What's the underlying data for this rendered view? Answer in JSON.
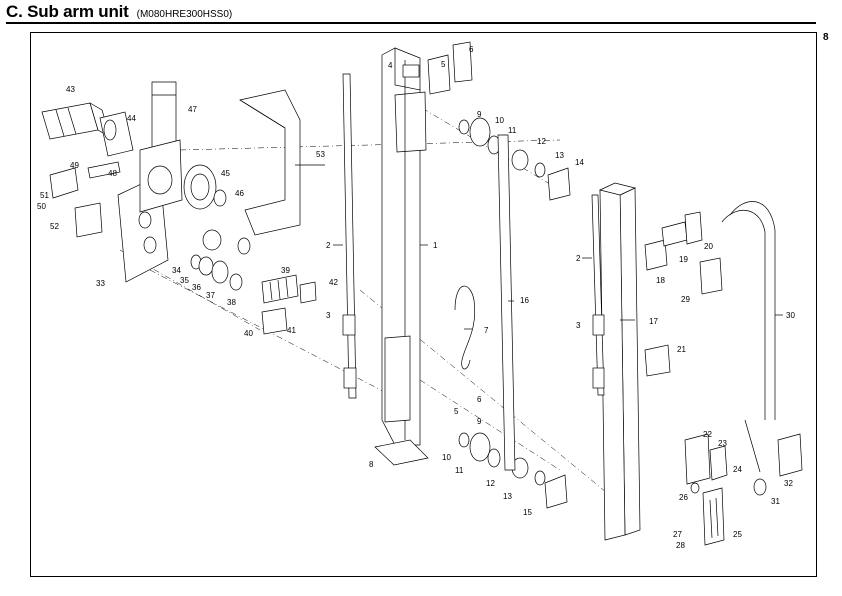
{
  "header": {
    "title": "C. Sub arm unit",
    "code": "(M080HRE300HSS0)",
    "page_number": "8"
  },
  "callouts": [
    "1",
    "2",
    "3",
    "4",
    "5",
    "6",
    "7",
    "8",
    "9",
    "10",
    "11",
    "12",
    "13",
    "14",
    "15",
    "16",
    "17",
    "18",
    "19",
    "20",
    "21",
    "22",
    "23",
    "24",
    "25",
    "26",
    "27",
    "28",
    "29",
    "30",
    "31",
    "32",
    "33",
    "34",
    "35",
    "36",
    "37",
    "38",
    "39",
    "40",
    "41",
    "42",
    "43",
    "44",
    "45",
    "46",
    "47",
    "48",
    "49",
    "50",
    "51",
    "52",
    "53"
  ]
}
